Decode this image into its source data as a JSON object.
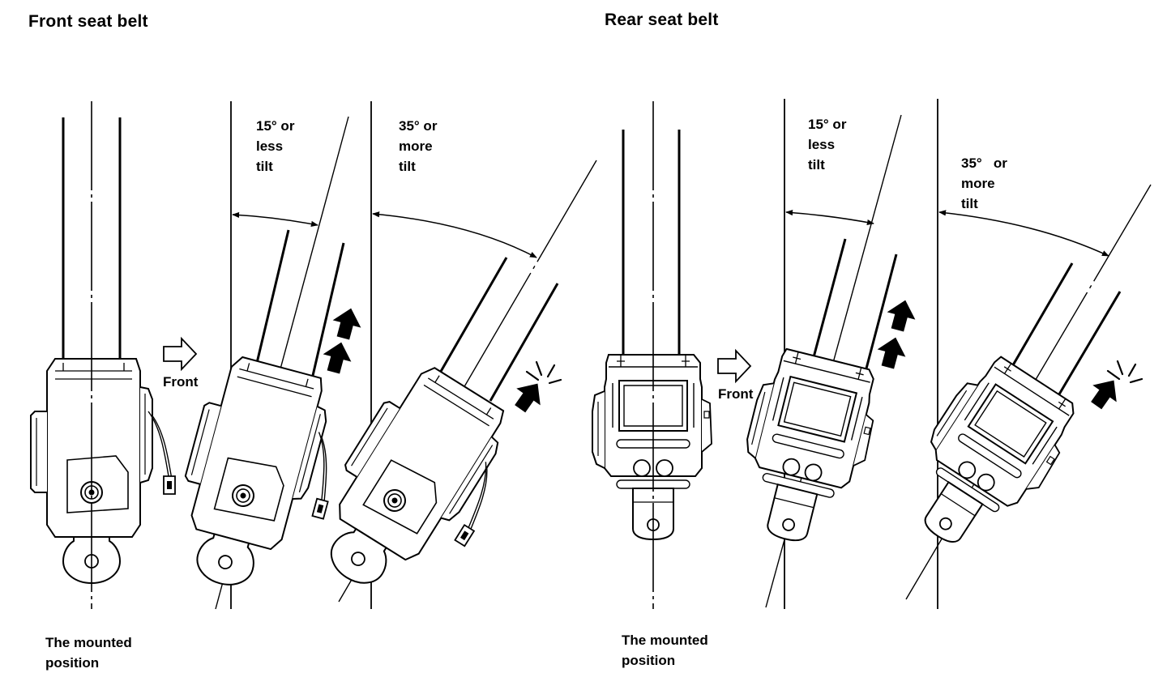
{
  "titles": {
    "front": "Front seat belt",
    "rear": "Rear seat belt"
  },
  "front": {
    "direction_label": "Front",
    "mounted_label": [
      "The mounted",
      "position"
    ],
    "tilt_small": [
      "15° or",
      "less",
      "tilt"
    ],
    "tilt_large": [
      "35° or",
      "more",
      "tilt"
    ]
  },
  "rear": {
    "direction_label": "Front",
    "mounted_label": [
      "The mounted",
      "position"
    ],
    "tilt_small": [
      "15° or",
      "less",
      "tilt"
    ],
    "tilt_large": [
      "35°   or",
      "more",
      "tilt"
    ]
  },
  "icons": [
    "front-direction-arrow-icon",
    "pull-arrow-icon",
    "lock-click-icon"
  ],
  "colors": {
    "ink": "#000000",
    "paper": "#ffffff"
  }
}
